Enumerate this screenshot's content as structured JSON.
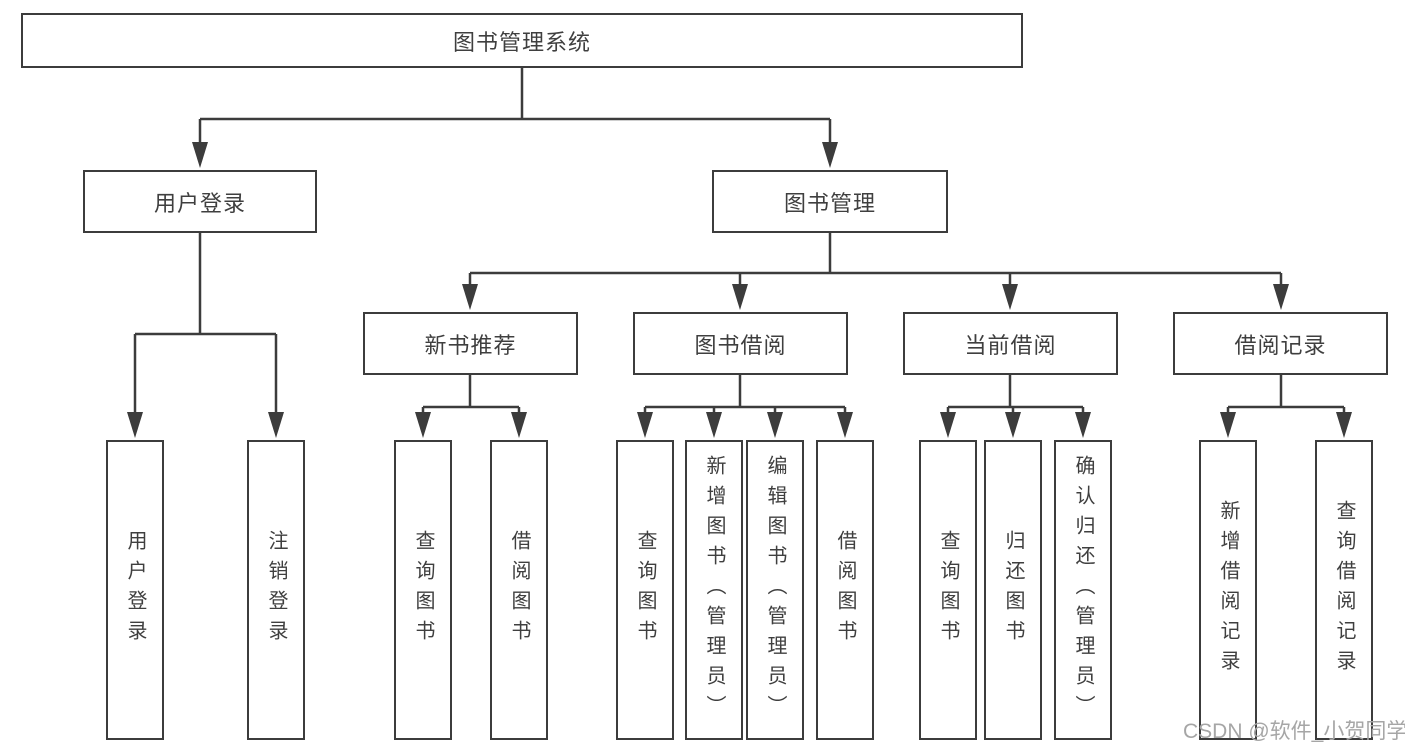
{
  "colors": {
    "line": "#3c3c3c",
    "text": "#3f3f3f",
    "box_bg": "#ffffff",
    "watermark": "#a6a6a6"
  },
  "tree": {
    "root": "图书管理系统",
    "branches": [
      {
        "label": "用户登录",
        "children": [
          "用户登录",
          "注销登录"
        ]
      },
      {
        "label": "图书管理",
        "sections": [
          {
            "label": "新书推荐",
            "children": [
              "查询图书",
              "借阅图书"
            ]
          },
          {
            "label": "图书借阅",
            "children": [
              "查询图书",
              "新增图书（管理员）",
              "编辑图书（管理员）",
              "借阅图书"
            ]
          },
          {
            "label": "当前借阅",
            "children": [
              "查询图书",
              "归还图书",
              "确认归还（管理员）"
            ]
          },
          {
            "label": "借阅记录",
            "children": [
              "新增借阅记录",
              "查询借阅记录"
            ]
          }
        ]
      }
    ]
  },
  "watermark": "CSDN @软件_小贺同学"
}
